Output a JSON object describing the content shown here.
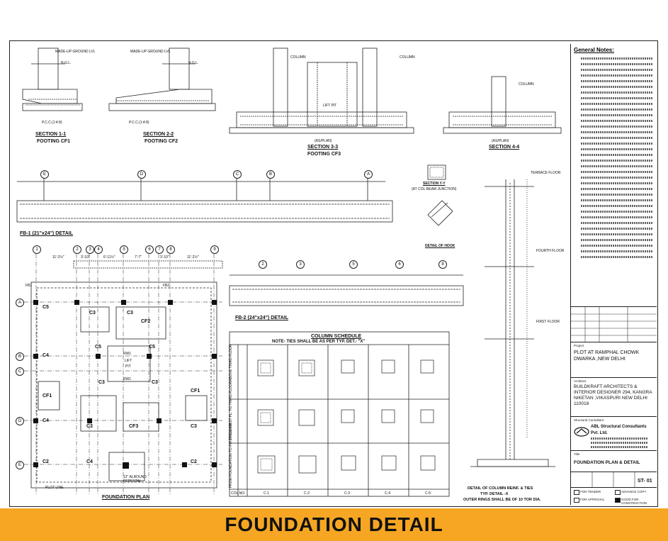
{
  "banner": {
    "title": "FOUNDATION DETAIL"
  },
  "colors": {
    "banner_bg": "#f6a623",
    "ink": "#111111"
  },
  "sections": {
    "s11": {
      "title": "SECTION 1-1",
      "sub": "FOOTING CF1"
    },
    "s22": {
      "title": "SECTION 2-2",
      "sub": "FOOTING CF2"
    },
    "s33": {
      "title": "SECTION 3-3",
      "sub": "FOOTING CF3",
      "note": "(AS/PLAN)"
    },
    "s44": {
      "title": "SECTION 4-4",
      "note": "(AS/PLAN)"
    },
    "yy": {
      "title": "SECTION Y-Y",
      "sub": "(AT COL-BEAM JUNCTION)"
    },
    "hook": {
      "title": "DETAIL OF HOOK"
    }
  },
  "labels": {
    "made_up": "MADE-UP GROUND LVL",
    "ngl": "N.G.L.",
    "pcc": "P.C.C.(1:4:8)",
    "column": "COLUMN",
    "lift_pit": "LIFT PIT",
    "pedestal": "12\" ALROUND PEDESTAL",
    "plot_line": "PLOT LINE",
    "fb1": "FB1",
    "fb2": "FB2"
  },
  "beams": {
    "fb1": {
      "title": "FB-1 (21\"x24\") DETAIL",
      "grid": [
        "E",
        "D",
        "C",
        "B",
        "A"
      ]
    },
    "fb2": {
      "title": "FB-2 (24\"x24\") DETAIL",
      "grid": [
        "2",
        "3",
        "5",
        "6",
        "8"
      ]
    }
  },
  "plan": {
    "title": "FOUNDATION PLAN",
    "grid_top": [
      "1",
      "2",
      "3",
      "4",
      "5",
      "6",
      "7",
      "8",
      "9"
    ],
    "grid_left": [
      "A",
      "B",
      "C",
      "D",
      "E"
    ],
    "footings": [
      "C5",
      "C3",
      "C3",
      "CF2",
      "C4",
      "C5",
      "C5",
      "RW1",
      "LIFT",
      "PIT",
      "RW1",
      "C3",
      "C3",
      "CF1",
      "CF1",
      "C4",
      "C3",
      "CF3",
      "C2",
      "C3",
      "C2",
      "C4"
    ],
    "dims_top": [
      "11'-2½\"",
      "3'-10\"",
      "6'-11½\"",
      "7'-7\"",
      "3'-10\"",
      "11'-2½\""
    ]
  },
  "column_schedule": {
    "title": "COLUMN SCHEDULE",
    "note": "NOTE- TIES SHALL BE AS PER TYP. DET.- \"X\"",
    "rows": [
      "ABOVE THIRD FLOOR",
      "FROM FIRST FL. TO THIRD FLOOR",
      "FROM FOUNDATION TO FIRST FLOOR"
    ],
    "col_header": "COL.NO.",
    "cols": [
      "C-1",
      "C-2",
      "C-3",
      "C-4",
      "C-5"
    ]
  },
  "column_detail": {
    "title1": "DETAIL OF COLUMN REINF. & TIES",
    "title2": "TYP. DETAIL -X",
    "title3": "OUTER RINGS SHALL BE OF 10 TOR DIA.",
    "floors": [
      "TERRACE FLOOR",
      "FOURTH FLOOR",
      "FIRST FLOOR"
    ]
  },
  "title_block": {
    "notes_title": "General Notes:",
    "project_label": "Project",
    "project": "PLOT AT RAMPHAL CHOWK DWARKA ,NEW DELHI",
    "architect_label": "Architect",
    "architect": "BUILDKRAFT ARCHITECTS & INTERIOR DESIGNER 294, KANGRA NIKETAN ,VIKASPURI NEW DELHI 110018",
    "consultant_label": "Structural Consultant",
    "consultant": "ABL Structural Consultants Pvt. Ltd.",
    "title_label": "Title",
    "title": "FOUNDATION PLAN & DETAIL",
    "drg_no": "ST- 01",
    "for_tender": "FOR TENDER",
    "for_approval": "FOR APPROVAL",
    "advance_copy": "ADVANCE COPY",
    "good_for_construction": "GOOD FOR CONSTRUCTION"
  }
}
